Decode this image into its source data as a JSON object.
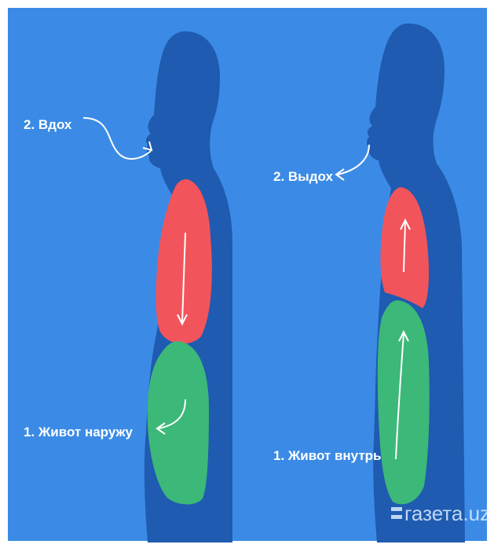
{
  "diagram": {
    "left_figure": {
      "step_breath": "2. Вдох",
      "step_belly": "1. Живот наружу"
    },
    "right_figure": {
      "step_breath": "2. Выдох",
      "step_belly": "1. Живот внутрь"
    }
  },
  "watermark": {
    "text": "газета.uz"
  },
  "colors": {
    "background": "#3b8be6",
    "silhouette": "#1f5bb0",
    "chest": "#f2545b",
    "belly": "#3cb878",
    "arrow": "#ffffff"
  }
}
